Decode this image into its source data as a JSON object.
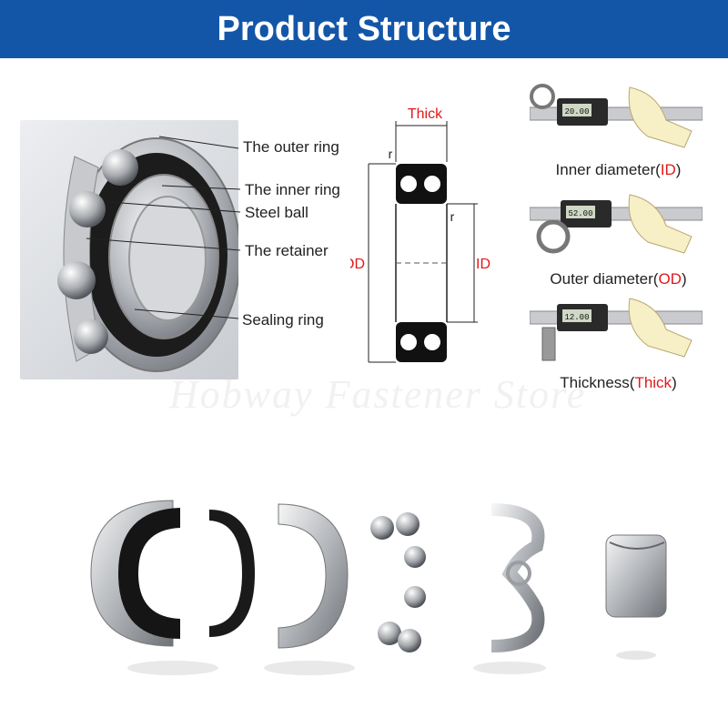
{
  "header": {
    "title": "Product Structure"
  },
  "callouts": {
    "outer_ring": "The outer ring",
    "inner_ring": "The inner ring",
    "steel_ball": "Steel ball",
    "retainer": "The retainer",
    "sealing_ring": "Sealing ring"
  },
  "diagram": {
    "thick": "Thick",
    "od": "OD",
    "id": "ID",
    "r_top": "r",
    "r_mid": "r"
  },
  "measurements": [
    {
      "prefix": "Inner diameter(",
      "code": "ID",
      "suffix": ")",
      "caliper_reading": "20.00"
    },
    {
      "prefix": "Outer diameter(",
      "code": "OD",
      "suffix": ")",
      "caliper_reading": "52.00"
    },
    {
      "prefix": "Thickness(",
      "code": "Thick",
      "suffix": ")",
      "caliper_reading": "12.00"
    }
  ],
  "watermark": "Hobway Fastener Store",
  "colors": {
    "banner": "#1356a8",
    "accent_red": "#e01919"
  }
}
